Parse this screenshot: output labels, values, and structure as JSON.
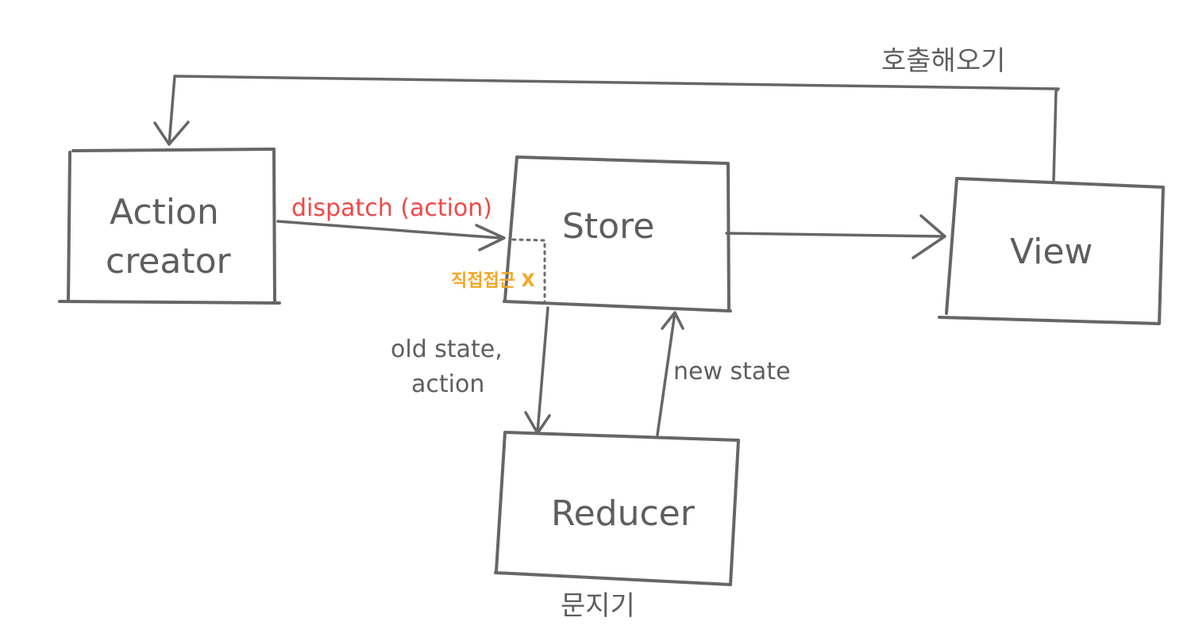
{
  "nodes": {
    "action_creator": {
      "line1": "Action",
      "line2": "creator"
    },
    "store": {
      "label": "Store"
    },
    "view": {
      "label": "View"
    },
    "reducer": {
      "label": "Reducer",
      "caption": "문지기"
    }
  },
  "edges": {
    "dispatch": {
      "label": "dispatch (action)",
      "color": "#f04848"
    },
    "no_direct_access": {
      "label": "직접접근 X",
      "color": "#f5a623"
    },
    "to_reducer": {
      "line1": "old state,",
      "line2": "action"
    },
    "from_reducer": {
      "label": "new state"
    },
    "view_callback": {
      "label": "호출해오기"
    }
  },
  "colors": {
    "stroke": "#666666",
    "text": "#5e5e5e",
    "background": "#ffffff"
  }
}
